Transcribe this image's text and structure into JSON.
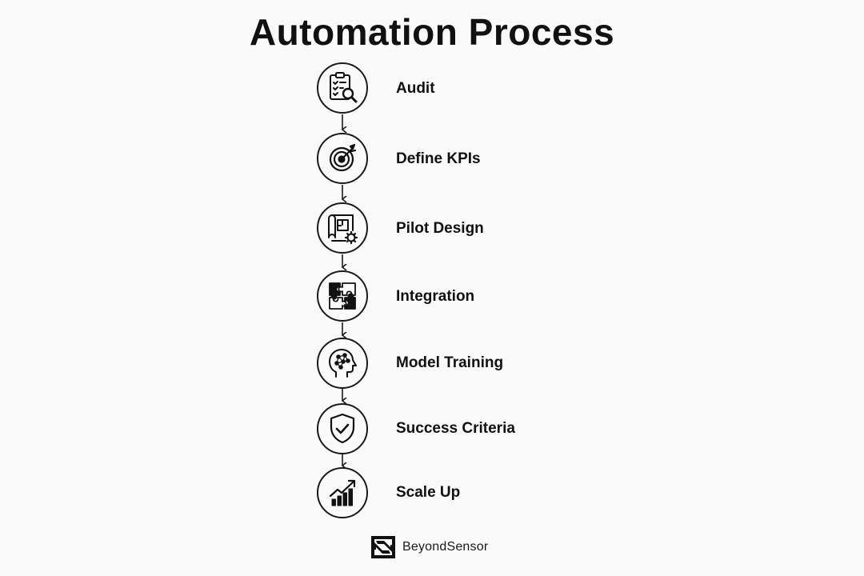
{
  "diagram": {
    "title": "Automation Process",
    "steps": [
      {
        "label": "Audit",
        "icon": "clipboard-search-icon"
      },
      {
        "label": "Define KPIs",
        "icon": "target-icon"
      },
      {
        "label": "Pilot Design",
        "icon": "blueprint-gear-icon"
      },
      {
        "label": "Integration",
        "icon": "puzzle-icon"
      },
      {
        "label": "Model Training",
        "icon": "brain-head-icon"
      },
      {
        "label": "Success Criteria",
        "icon": "shield-check-icon"
      },
      {
        "label": "Scale Up",
        "icon": "growth-chart-icon"
      }
    ],
    "edges": [
      {
        "from": "Audit",
        "to": "Define KPIs"
      },
      {
        "from": "Define KPIs",
        "to": "Pilot Design"
      },
      {
        "from": "Pilot Design",
        "to": "Integration"
      },
      {
        "from": "Integration",
        "to": "Model Training"
      },
      {
        "from": "Model Training",
        "to": "Success Criteria"
      },
      {
        "from": "Success Criteria",
        "to": "Scale Up"
      }
    ]
  },
  "brand": {
    "name": "BeyondSensor",
    "logo_icon": "beyondsensor-logo-icon"
  },
  "colors": {
    "background": "#fafafa",
    "ink": "#111111"
  }
}
